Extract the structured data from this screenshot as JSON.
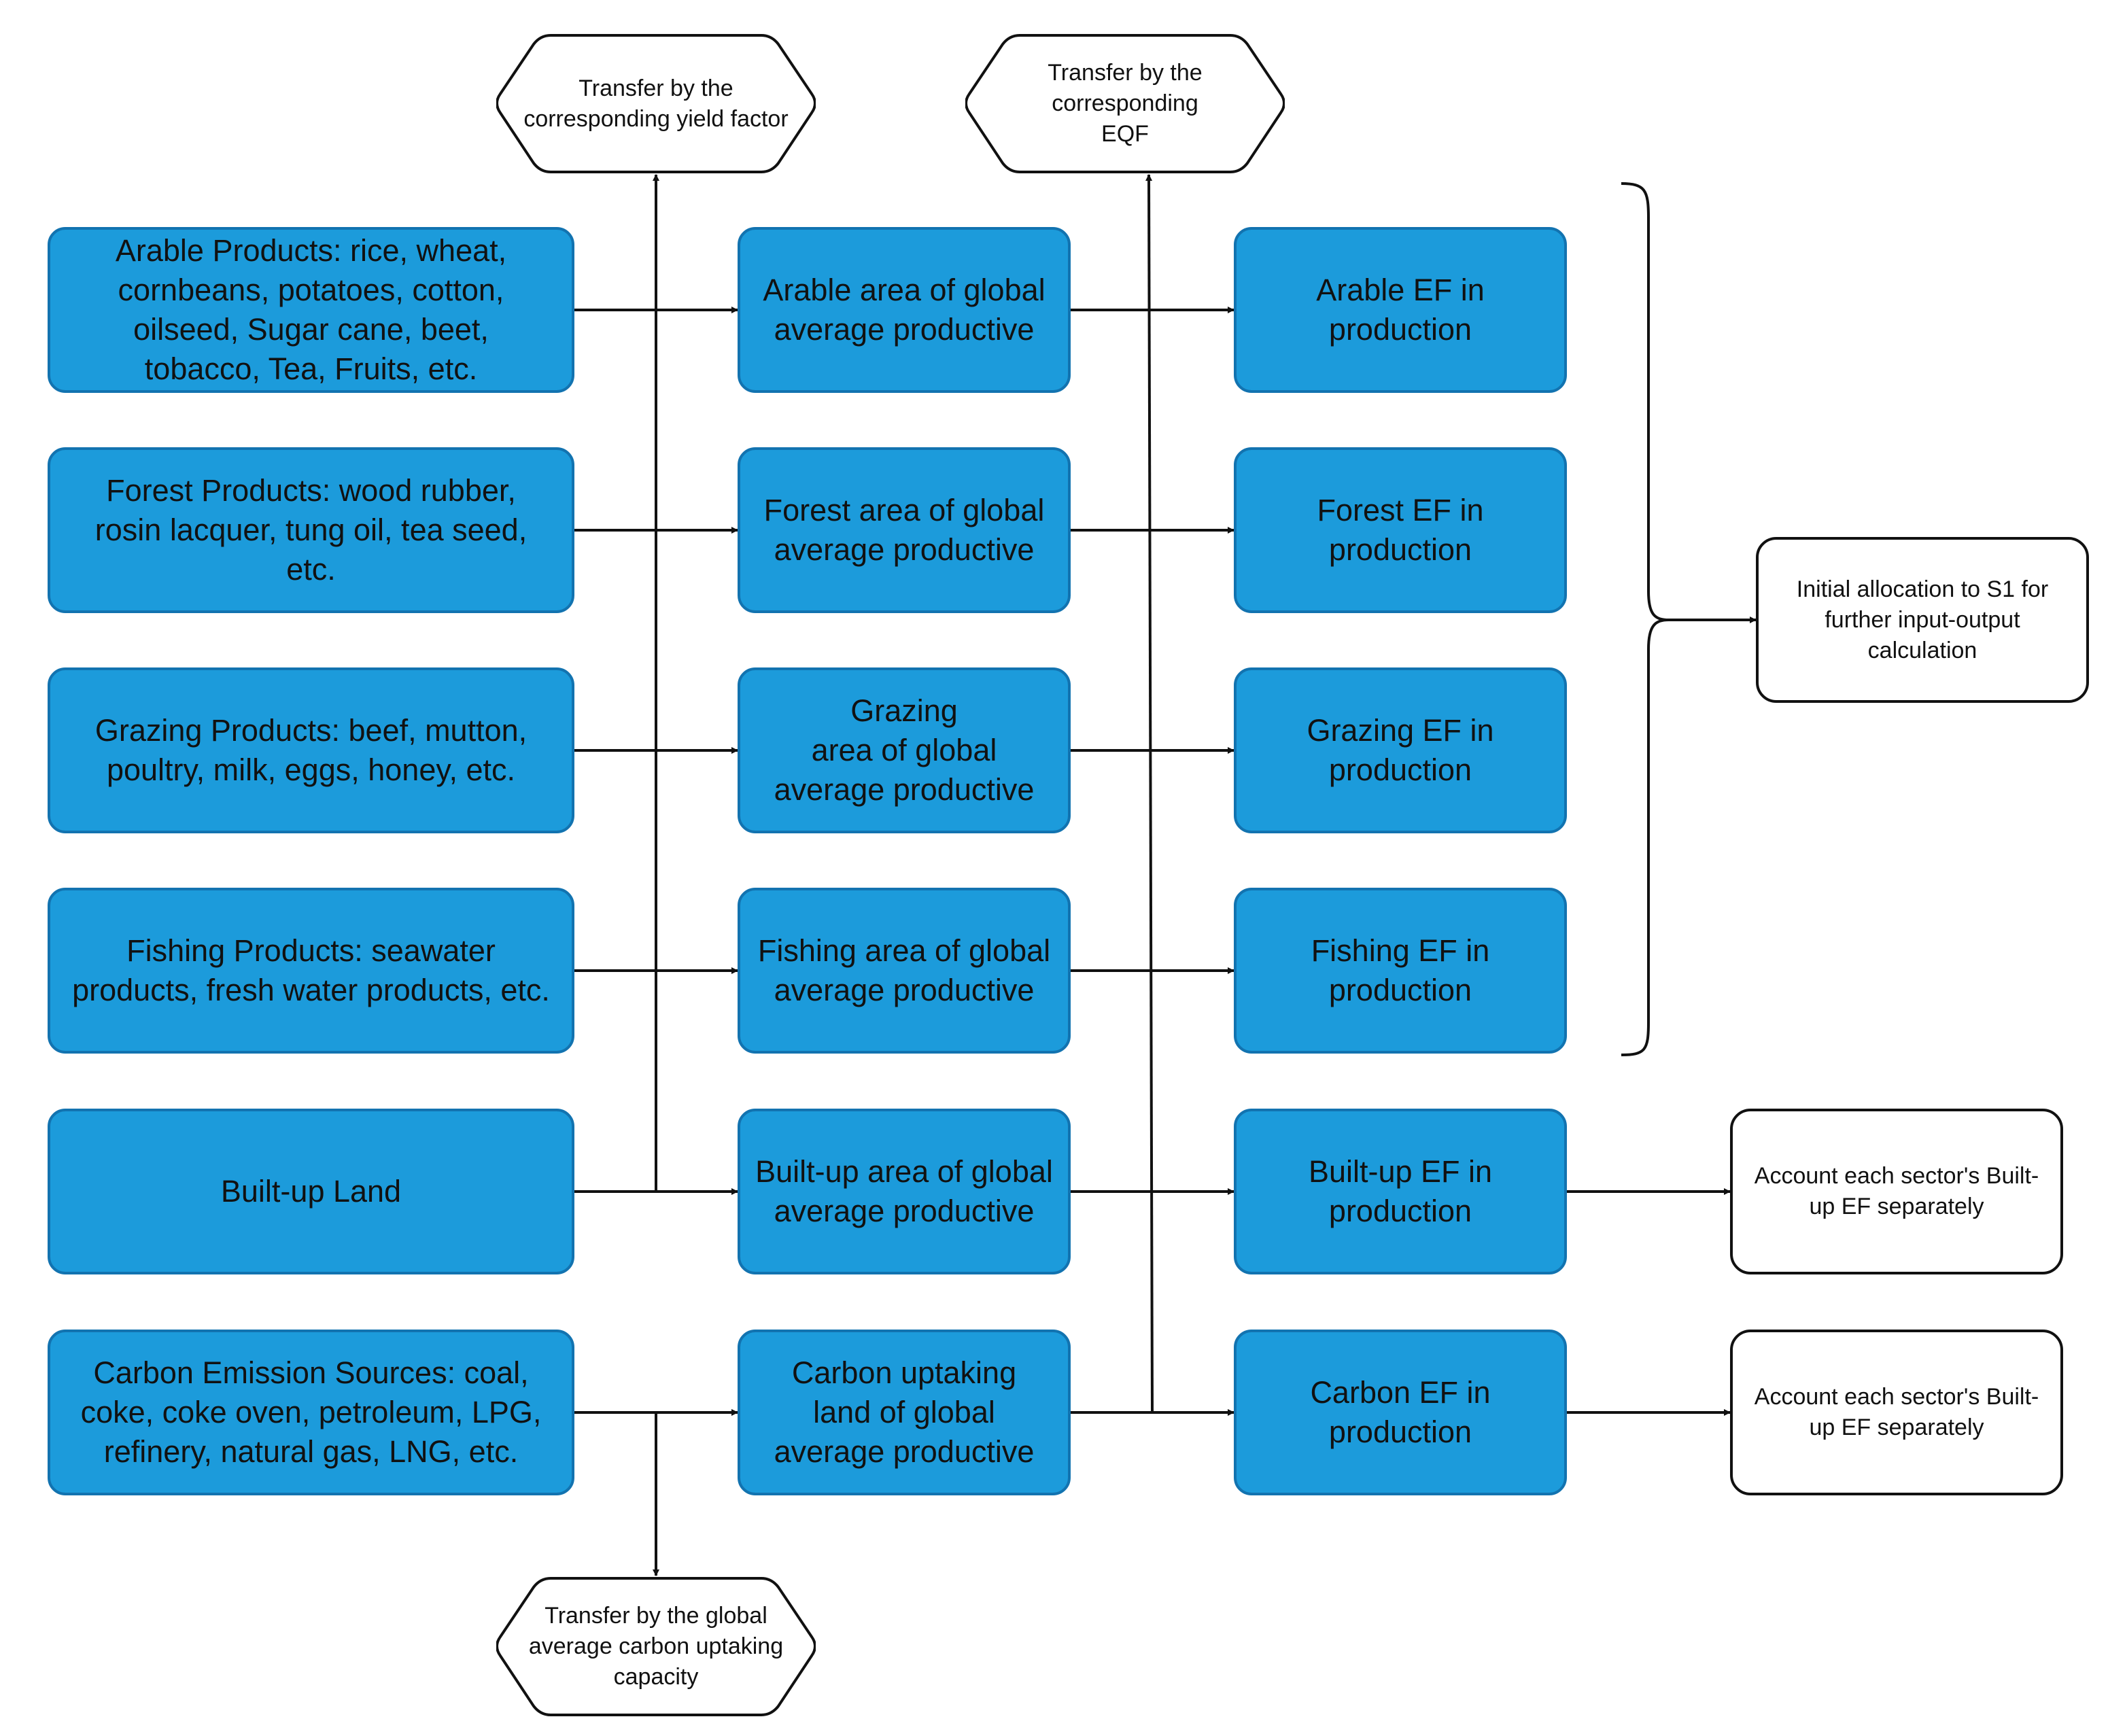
{
  "sources": {
    "arable": "Arable Products: rice, wheat,\ncornbeans, potatoes, cotton,\noilseed, Sugar cane, beet,\ntobacco, Tea, Fruits, etc.",
    "forest": "Forest Products: wood rubber,\nrosin lacquer, tung oil, tea seed,\netc.",
    "grazing": "Grazing Products: beef, mutton,\npoultry, milk, eggs, honey, etc.",
    "fishing": "Fishing Products: seawater\nproducts, fresh water products, etc.",
    "builtup": "Built-up Land",
    "carbon": "Carbon Emission Sources: coal,\ncoke, coke oven, petroleum, LPG,\nrefinery, natural gas, LNG, etc."
  },
  "areas": {
    "arable": "Arable area of global\naverage productive",
    "forest": "Forest area of global\naverage productive",
    "grazing": "Grazing\narea of global\naverage productive",
    "fishing": "Fishing area of global\naverage productive",
    "builtup": "Built-up area of global\naverage productive",
    "carbon": "Carbon uptaking\nland of global\naverage productive"
  },
  "footprints": {
    "arable": "Arable EF in\nproduction",
    "forest": "Forest EF in\nproduction",
    "grazing": "Grazing EF in\nproduction",
    "fishing": "Fishing EF in\nproduction",
    "builtup": "Built-up EF in\nproduction",
    "carbon": "Carbon EF in\nproduction"
  },
  "outcomes": {
    "initial_allocation": "Initial allocation to S1 for\nfurther input-output\ncalculation",
    "builtup_account": "Account each sector's Built-\nup EF separately",
    "carbon_account": "Account each sector's Built-\nup EF separately"
  },
  "transfers": {
    "yield_factor": "Transfer by the\ncorresponding yield factor",
    "eqf": "Transfer by the\ncorresponding\nEQF",
    "carbon_capacity": "Transfer by the global\naverage carbon uptaking\ncapacity"
  },
  "colors": {
    "box_fill": "#1c9bdb",
    "box_border": "#1273b0",
    "line": "#111111"
  }
}
